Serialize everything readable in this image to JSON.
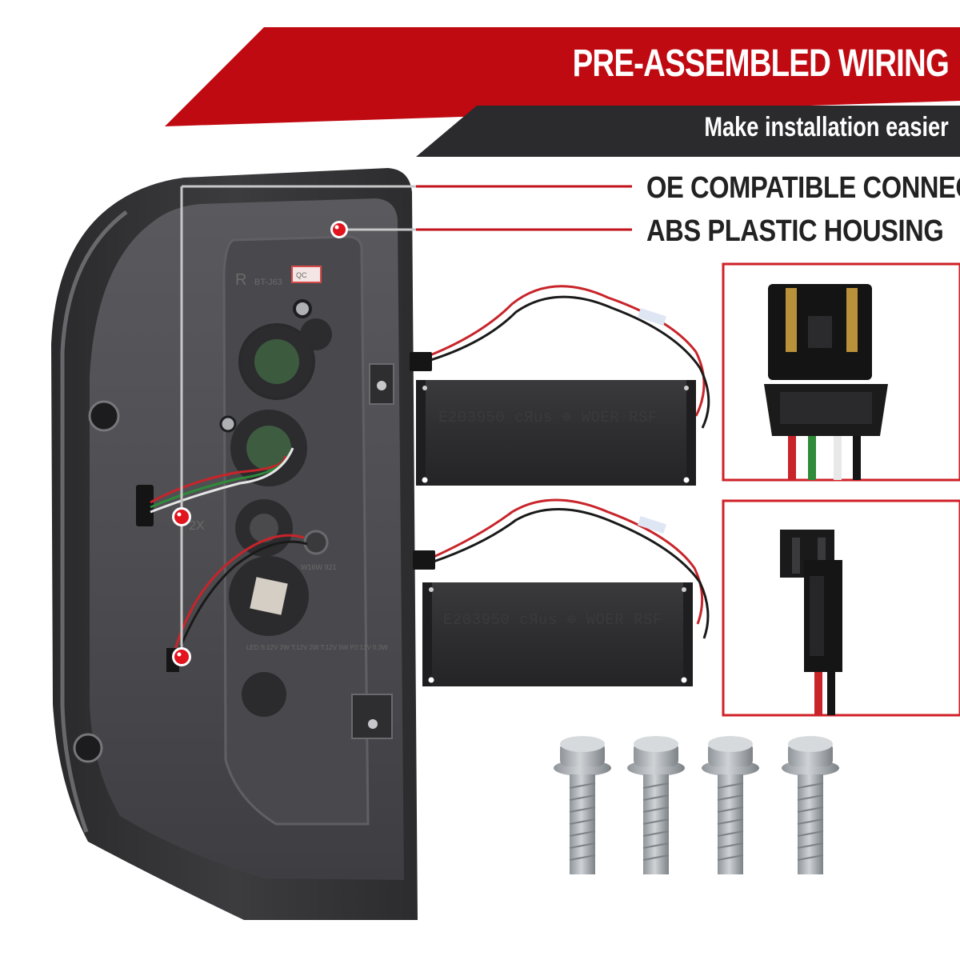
{
  "banner": {
    "title": "PRE-ASSEMBLED WIRING",
    "subtitle": "Make installation easier",
    "colors": {
      "red": "#c00a12",
      "dark": "#2b2b2d"
    }
  },
  "callouts": [
    {
      "label": "OE COMPATIBLE CONNECTORS"
    },
    {
      "label": "ABS PLASTIC HOUSING"
    }
  ],
  "modules": [
    {
      "marking": "E203950 cЯus ⊕ WOER RSF"
    },
    {
      "marking": "E203950 cЯus ⊕ WOER RSF"
    }
  ],
  "housing": {
    "side_mark": "R",
    "part_code": "BT-J63",
    "qc_sticker": "QC",
    "bulb_spec": "W16W 921",
    "led_spec": "LED S:12V 2W T:12V 2W T:12V 5W P2:12V 0.3W",
    "size_mark": "2X"
  },
  "accent": {
    "callout_dot": "#e2141e",
    "callout_line": "#c0121a",
    "frame": "#cf2027"
  }
}
